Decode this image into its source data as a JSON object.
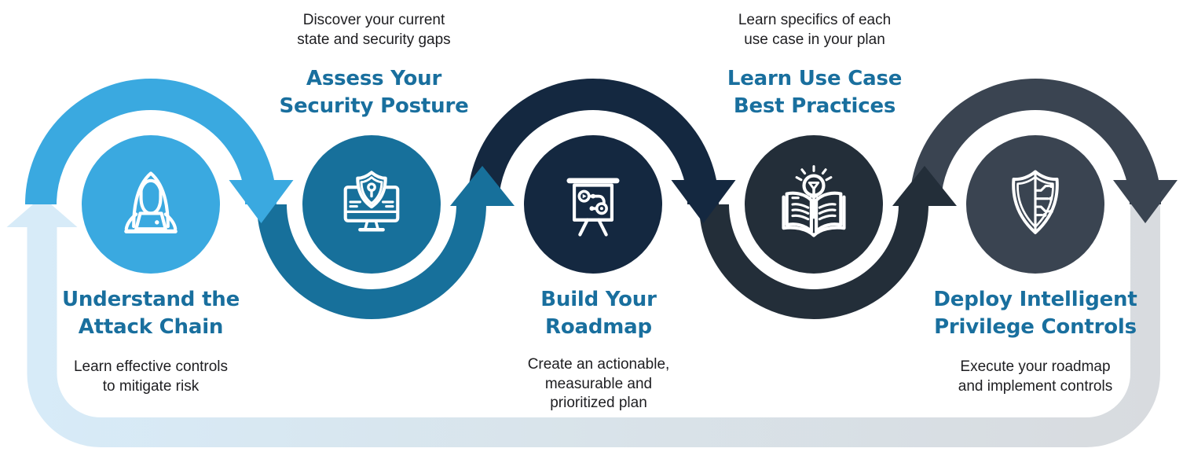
{
  "diagram_title": "Security roadmap five-step process",
  "steps": [
    {
      "id": 1,
      "title_lines": [
        "Understand the",
        "Attack Chain"
      ],
      "description_lines": [
        "Learn effective controls",
        "to mitigate risk"
      ],
      "icon": "hacker-laptop-icon",
      "circle_color": "#3AA9E0",
      "arrow_direction": "down",
      "arrow_color": "#3AA9E0"
    },
    {
      "id": 2,
      "caption_lines": [
        "Discover your current",
        "state and security gaps"
      ],
      "title_lines": [
        "Assess Your",
        "Security Posture"
      ],
      "icon": "monitor-shield-icon",
      "circle_color": "#17709B",
      "arrow_direction": "up",
      "arrow_color": "#17709B"
    },
    {
      "id": 3,
      "title_lines": [
        "Build Your",
        "Roadmap"
      ],
      "description_lines": [
        "Create an actionable,",
        "measurable and",
        "prioritized plan"
      ],
      "icon": "presentation-roadmap-icon",
      "circle_color": "#142840",
      "arrow_direction": "down",
      "arrow_color": "#142840"
    },
    {
      "id": 4,
      "caption_lines": [
        "Learn specifics of each",
        "use case in your plan"
      ],
      "title_lines": [
        "Learn Use Case",
        "Best Practices"
      ],
      "icon": "book-lightbulb-icon",
      "circle_color": "#232E39",
      "arrow_direction": "up",
      "arrow_color": "#232E39"
    },
    {
      "id": 5,
      "title_lines": [
        "Deploy Intelligent",
        "Privilege Controls"
      ],
      "description_lines": [
        "Execute your roadmap",
        "and implement controls"
      ],
      "icon": "shield-circuit-icon",
      "circle_color": "#3A4451",
      "arrow_direction": "down",
      "arrow_color": "#3A4451"
    }
  ],
  "colors": {
    "title_text": "#196F9E",
    "body_text": "#1E1E21",
    "return_band_start": "#D7EBF8",
    "return_band_end": "#D8DBDF",
    "icon_stroke": "#FFFFFF"
  }
}
